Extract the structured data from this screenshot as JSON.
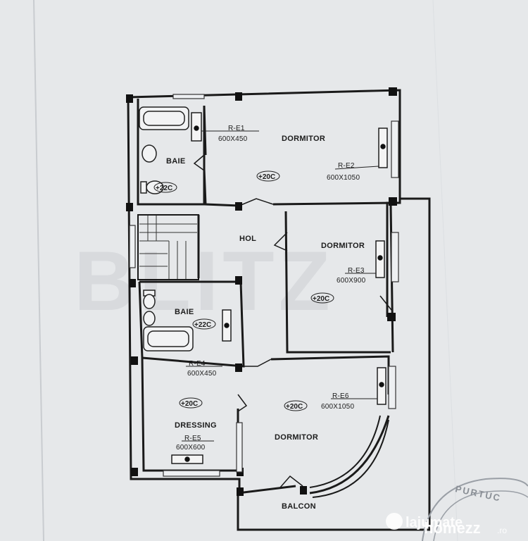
{
  "watermark": {
    "text": "BLITZ"
  },
  "rooms": {
    "baie_top": "BAIE",
    "dormitor_top": "DORMITOR",
    "hol": "HOL",
    "dormitor_mid": "DORMITOR",
    "baie_mid": "BAIE",
    "dressing": "DRESSING",
    "dormitor_bottom": "DORMITOR",
    "balcon": "BALCON"
  },
  "radiators": [
    {
      "code": "R-E1",
      "size": "600X450"
    },
    {
      "code": "R-E2",
      "size": "600X1050"
    },
    {
      "code": "R-E3",
      "size": "600X900"
    },
    {
      "code": "R-E4",
      "size": "600X450"
    },
    {
      "code": "R-E5",
      "size": "600X600"
    },
    {
      "code": "R-E6",
      "size": "600X1050"
    }
  ],
  "temperatures": {
    "baie_top": "+22C",
    "dormitor_top": "+20C",
    "dormitor_mid": "+20C",
    "baie_mid": "+22C",
    "dressing": "+20C",
    "dormitor_bottom": "+20C"
  },
  "stamp": {
    "text": "PURTUC"
  },
  "logos": {
    "lajumate": "lajumate",
    "homezz": "homezz",
    "homezz_suffix": ".ro"
  }
}
